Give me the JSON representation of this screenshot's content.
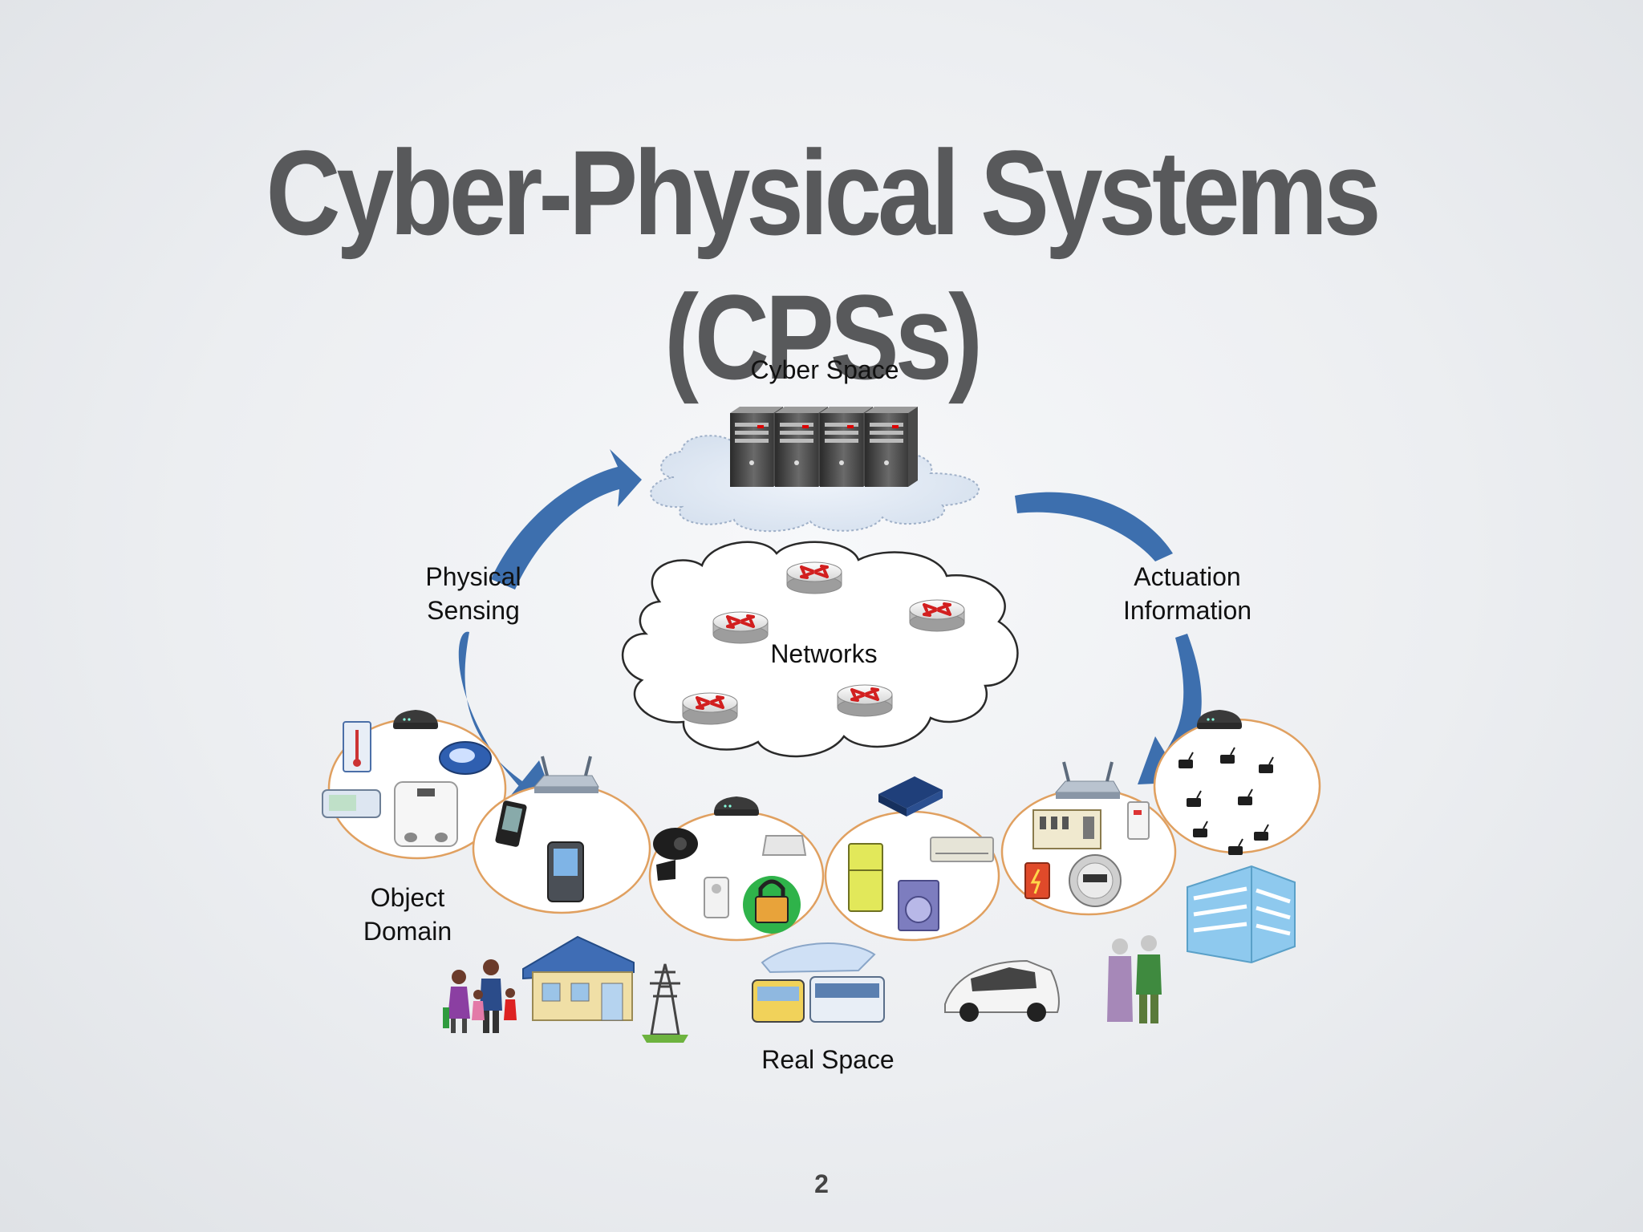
{
  "slide": {
    "title": "Cyber-Physical Systems (CPSs)",
    "page_number": "2"
  },
  "diagram": {
    "cyber_space_label": "Cyber Space",
    "networks_label": "Networks",
    "sensing_label_line1": "Physical",
    "sensing_label_line2": "Sensing",
    "actuation_label_line1": "Actuation",
    "actuation_label_line2": "Information",
    "object_domain_line1": "Object",
    "object_domain_line2": "Domain",
    "real_space_label": "Real Space"
  },
  "colors": {
    "arrow_blue": "#3d6fae",
    "ellipse_border": "#e0a060",
    "title_gray": "#58595b"
  }
}
